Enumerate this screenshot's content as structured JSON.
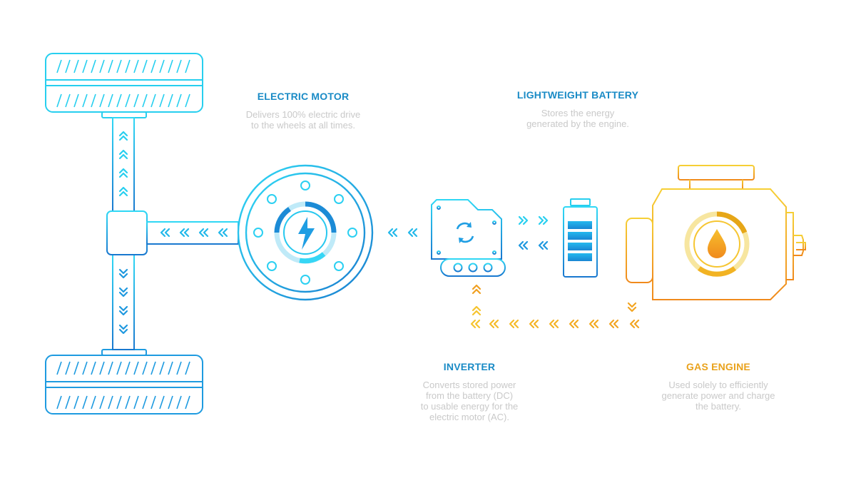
{
  "motor": {
    "title": "ELECTRIC MOTOR",
    "desc_lines": [
      "Delivers 100% electric drive",
      "to the wheels at all times."
    ]
  },
  "battery": {
    "title": "LIGHTWEIGHT BATTERY",
    "desc_lines": [
      "Stores the energy",
      "generated by the engine."
    ]
  },
  "inverter": {
    "title": "INVERTER",
    "desc_lines": [
      "Converts stored power",
      "from the battery (DC)",
      "to usable energy for the",
      "electric motor (AC)."
    ]
  },
  "engine": {
    "title": "GAS ENGINE",
    "desc_lines": [
      "Used solely to efficiently",
      "generate power and charge",
      "the battery."
    ]
  },
  "colors": {
    "electric_light": "#27d3f4",
    "electric_dark": "#1a7fd0",
    "engine_yellow": "#f6c633",
    "engine_orange": "#f08a1c",
    "title_blue": "#1a8bc6",
    "title_orange": "#e9a21c",
    "desc_gray": "#c9c9c9"
  }
}
